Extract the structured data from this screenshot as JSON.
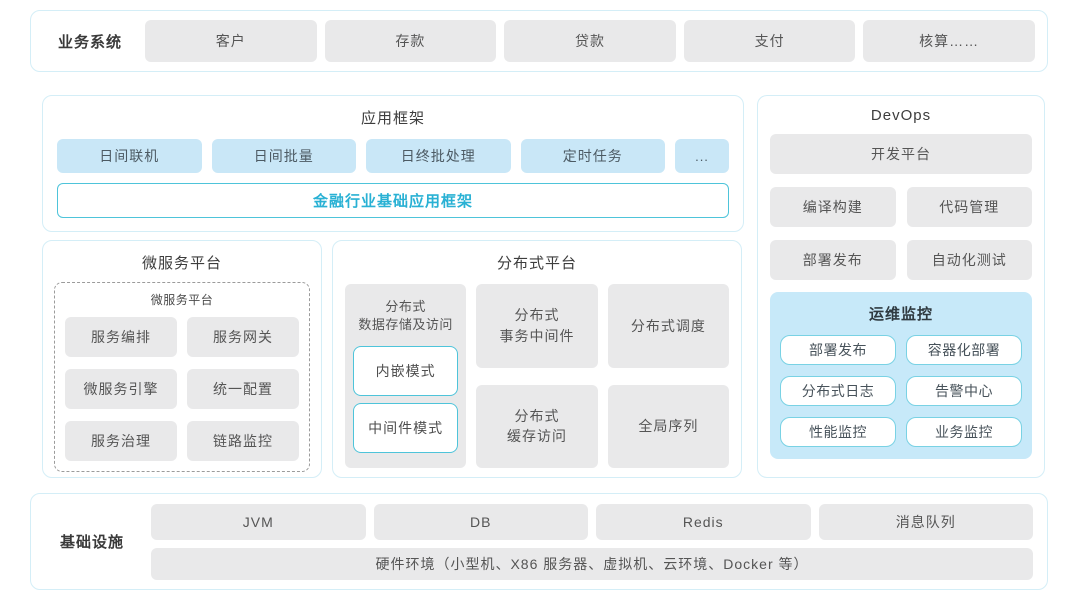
{
  "colors": {
    "accent_teal": "#29b1d4",
    "teal_border": "#4ec4da",
    "light_blue_fill": "#c9e7f7",
    "monitor_bg": "#c7e9f9",
    "gray_fill": "#e9e9ea",
    "panel_border": "#d4eef7"
  },
  "business_systems": {
    "label": "业务系统",
    "items": [
      "客户",
      "存款",
      "贷款",
      "支付",
      "核算……"
    ]
  },
  "app_framework": {
    "title": "应用框架",
    "modules": [
      "日间联机",
      "日间批量",
      "日终批处理",
      "定时任务",
      "..."
    ],
    "base": "金融行业基础应用框架"
  },
  "devops": {
    "title": "DevOps",
    "platform": "开发平台",
    "tools": [
      "编译构建",
      "代码管理",
      "部署发布",
      "自动化测试"
    ],
    "monitoring": {
      "title": "运维监控",
      "items": [
        "部署发布",
        "容器化部署",
        "分布式日志",
        "告警中心",
        "性能监控",
        "业务监控"
      ]
    }
  },
  "microservice": {
    "title": "微服务平台",
    "inner_title": "微服务平台",
    "items": [
      "服务编排",
      "服务网关",
      "微服务引擎",
      "统一配置",
      "服务治理",
      "链路监控"
    ]
  },
  "distributed": {
    "title": "分布式平台",
    "storage": {
      "title": "分布式\n数据存储及访问",
      "modes": [
        "内嵌模式",
        "中间件模式"
      ]
    },
    "transaction": "分布式\n事务中间件",
    "scheduling": "分布式调度",
    "cache": "分布式\n缓存访问",
    "sequence": "全局序列"
  },
  "infrastructure": {
    "label": "基础设施",
    "items": [
      "JVM",
      "DB",
      "Redis",
      "消息队列"
    ],
    "hardware": "硬件环境（小型机、X86 服务器、虚拟机、云环境、Docker 等）"
  }
}
